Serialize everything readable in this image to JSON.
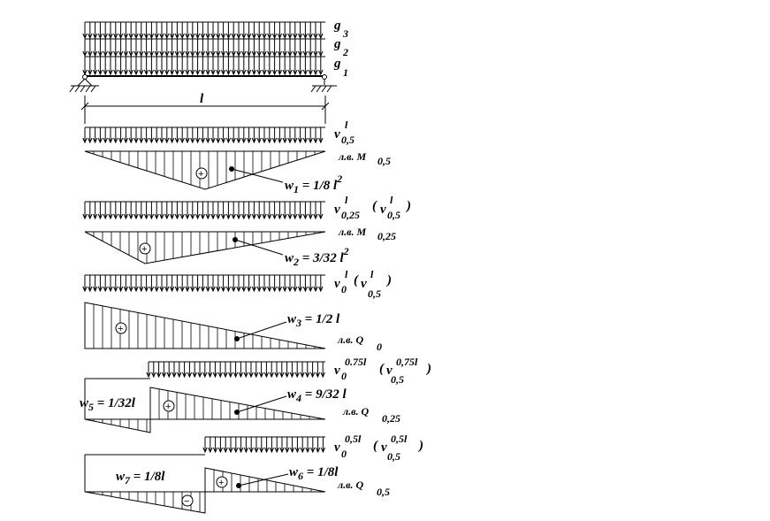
{
  "colors": {
    "ink": "#000000",
    "background": "#ffffff"
  },
  "span_label": "l",
  "loads": {
    "g3": {
      "base": "g",
      "sub": "3"
    },
    "g2": {
      "base": "g",
      "sub": "2"
    },
    "g1": {
      "base": "g",
      "sub": "1"
    }
  },
  "panels": [
    {
      "id": "m05",
      "load": {
        "base": "v",
        "sup": "l",
        "sub": "0,5"
      },
      "load_alt": null,
      "line_label": {
        "prefix": "л.в. M",
        "sub": "0,5"
      },
      "areas": [
        {
          "sign": "+",
          "label": "w",
          "sub": "1",
          "text": " = 1/8 l",
          "sup": "2"
        }
      ]
    },
    {
      "id": "m025",
      "load": {
        "base": "v",
        "sup": "l",
        "sub": "0,25"
      },
      "load_alt": {
        "base": "v",
        "sup": "l",
        "sub": "0,5"
      },
      "line_label": {
        "prefix": "л.в. M",
        "sub": "0,25"
      },
      "areas": [
        {
          "sign": "+",
          "label": "w",
          "sub": "2",
          "text": " = 3/32 l",
          "sup": "2"
        }
      ]
    },
    {
      "id": "q0",
      "load": {
        "base": "v",
        "sup": "l",
        "sub": "0"
      },
      "load_alt": {
        "base": "v",
        "sup": "l",
        "sub": "0,5"
      },
      "line_label": {
        "prefix": "л.в. Q",
        "sub": "0"
      },
      "areas": [
        {
          "sign": "+",
          "label": "w",
          "sub": "3",
          "text": " = 1/2 l",
          "sup": ""
        }
      ]
    },
    {
      "id": "q025",
      "load": {
        "base": "v",
        "sup": "0.75l",
        "sub": "0"
      },
      "load_alt": {
        "base": "v",
        "sup": "0,75l",
        "sub": "0,5"
      },
      "line_label": {
        "prefix": "л.в. Q",
        "sub": "0,25"
      },
      "areas": [
        {
          "sign": "+",
          "label": "w",
          "sub": "4",
          "text": " = 9/32 l",
          "sup": ""
        },
        {
          "sign": "",
          "label": "w",
          "sub": "5",
          "text": " = 1/32l",
          "sup": ""
        }
      ]
    },
    {
      "id": "q05",
      "load": {
        "base": "v",
        "sup": "0,5l",
        "sub": "0"
      },
      "load_alt": {
        "base": "v",
        "sup": "0,5l",
        "sub": "0,5"
      },
      "line_label": {
        "prefix": "л.в. Q",
        "sub": "0,5"
      },
      "areas": [
        {
          "sign": "+",
          "label": "w",
          "sub": "6",
          "text": " = 1/8l",
          "sup": ""
        },
        {
          "sign": "−",
          "label": "w",
          "sub": "7",
          "text": " = 1/8l",
          "sup": ""
        }
      ]
    }
  ]
}
